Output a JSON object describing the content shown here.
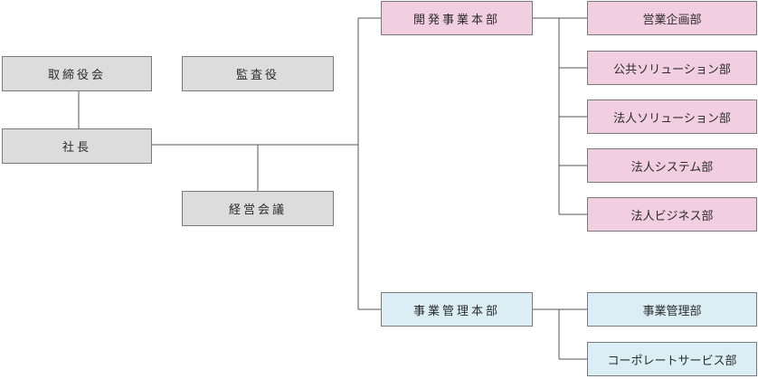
{
  "nodes": {
    "board": "取締役会",
    "auditor": "監査役",
    "president": "社長",
    "management_council": "経営会議",
    "dev_hq": "開発事業本部",
    "biz_admin_hq": "事業管理本部",
    "sales_planning": "営業企画部",
    "public_solutions": "公共ソリューション部",
    "corporate_solutions": "法人ソリューション部",
    "corporate_systems": "法人システム部",
    "corporate_business": "法人ビジネス部",
    "biz_admin_dept": "事業管理部",
    "corporate_services": "コーポレートサービス部"
  },
  "colors": {
    "gray_box": "#dcdcdc",
    "pink_box": "#f2cfe0",
    "blue_box": "#dbeef6",
    "line": "#555555"
  }
}
